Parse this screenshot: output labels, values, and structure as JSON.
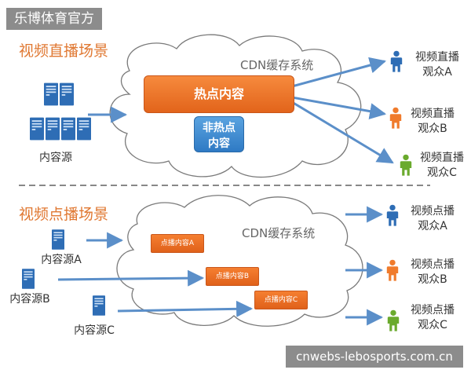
{
  "banner": "乐博体育官方",
  "footer_banner": "cnwebs-lebosports.com.cn",
  "live": {
    "title": "视频直播场景",
    "cdn_label": "CDN缓存系统",
    "hot_content": "热点内容",
    "nonhot_content_line1": "非热点",
    "nonhot_content_line2": "内容",
    "source_label": "内容源",
    "viewers": [
      {
        "line1": "视频直播",
        "line2": "观众A",
        "color": "#2e6db5"
      },
      {
        "line1": "视频直播",
        "line2": "观众B",
        "color": "#f07b2c"
      },
      {
        "line1": "视频直播",
        "line2": "观众C",
        "color": "#6aaa2d"
      }
    ]
  },
  "vod": {
    "title": "视频点播场景",
    "cdn_label": "CDN缓存系统",
    "items": [
      {
        "source": "内容源A",
        "content": "点播内容A"
      },
      {
        "source": "内容源B",
        "content": "点播内容B"
      },
      {
        "source": "内容源C",
        "content": "点播内容C"
      }
    ],
    "viewers": [
      {
        "line1": "视频点播",
        "line2": "观众A",
        "color": "#2e6db5"
      },
      {
        "line1": "视频点播",
        "line2": "观众B",
        "color": "#f07b2c"
      },
      {
        "line1": "视频点播",
        "line2": "观众C",
        "color": "#6aaa2d"
      }
    ]
  },
  "colors": {
    "arrow": "#5b8fc9",
    "server": "#2e6db5",
    "cloud_stroke": "#7a7a7a",
    "divider": "#888888"
  }
}
